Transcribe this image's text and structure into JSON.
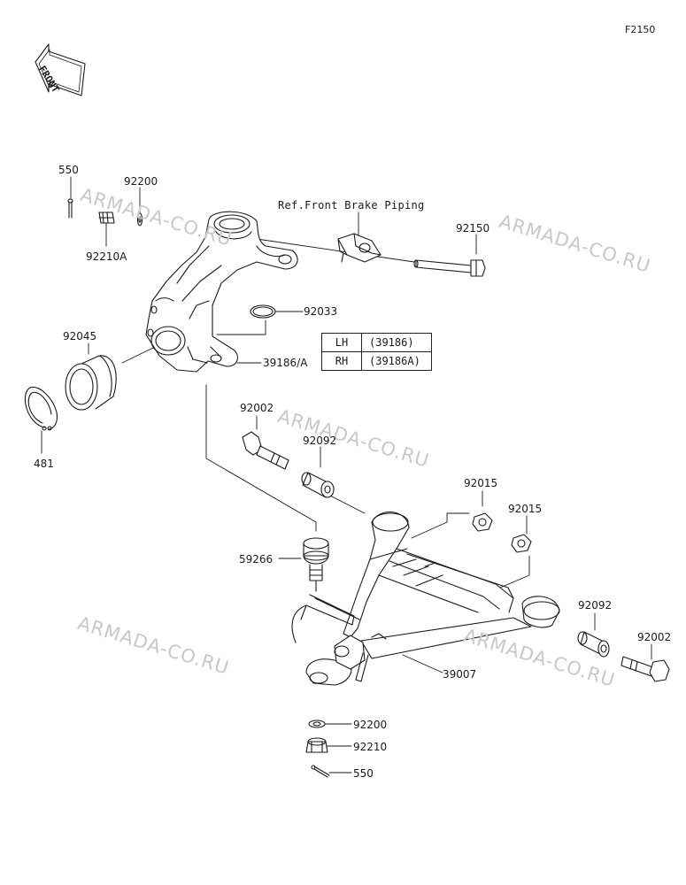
{
  "figure_id": "F2150",
  "direction_arrow": "FRONT",
  "reference_note": "Ref.Front Brake Piping",
  "watermark": "ARMADA-CO.RU",
  "parts": {
    "p550_top": "550",
    "p92200_top": "92200",
    "p92210A": "92210A",
    "p92150": "92150",
    "p92033": "92033",
    "p92045": "92045",
    "p39186": "39186/A",
    "p481": "481",
    "p92002_left": "92002",
    "p92092_left": "92092",
    "p92015_a": "92015",
    "p92015_b": "92015",
    "p59266": "59266",
    "p92092_right": "92092",
    "p92002_right": "92002",
    "p39007": "39007",
    "p92200_bottom": "92200",
    "p92210": "92210",
    "p550_bottom": "550"
  },
  "variants": {
    "lh_key": "LH",
    "lh_value": "(39186)",
    "rh_key": "RH",
    "rh_value": "(39186A)"
  }
}
